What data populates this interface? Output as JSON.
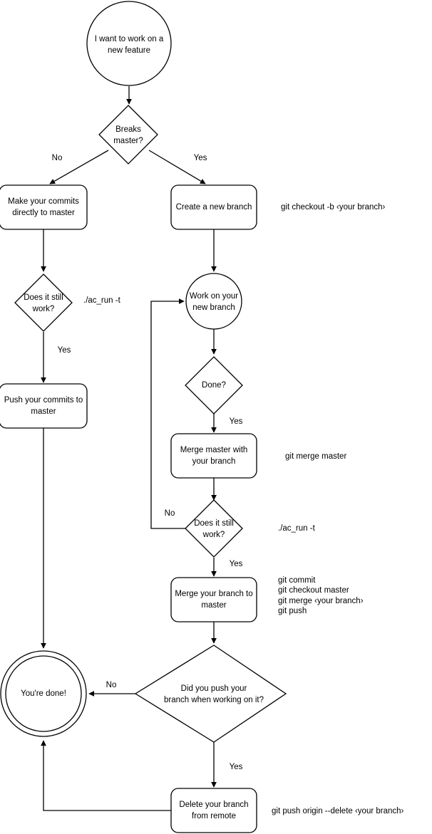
{
  "diagram": {
    "title": "Git branching workflow flowchart",
    "background_color": "#ffffff",
    "stroke_color": "#000000",
    "nodes": [
      {
        "id": "start",
        "shape": "circle",
        "lines": [
          "I want to work on a",
          "new feature"
        ]
      },
      {
        "id": "breaks_master",
        "shape": "diamond",
        "lines": [
          "Breaks",
          "master?"
        ]
      },
      {
        "id": "commits_master",
        "shape": "rounded-rect",
        "lines": [
          "Make your commits",
          "directly to master"
        ]
      },
      {
        "id": "create_branch",
        "shape": "rounded-rect",
        "lines": [
          "Create a new branch"
        ]
      },
      {
        "id": "still_work_left",
        "shape": "diamond",
        "lines": [
          "Does it still",
          "work?"
        ]
      },
      {
        "id": "push_commits",
        "shape": "rounded-rect",
        "lines": [
          "Push your commits to",
          "master"
        ]
      },
      {
        "id": "work_branch",
        "shape": "circle",
        "lines": [
          "Work on your",
          "new branch"
        ]
      },
      {
        "id": "done_q",
        "shape": "diamond",
        "lines": [
          "Done?"
        ]
      },
      {
        "id": "merge_master",
        "shape": "rounded-rect",
        "lines": [
          "Merge master with",
          "your branch"
        ]
      },
      {
        "id": "still_work_mid",
        "shape": "diamond",
        "lines": [
          "Does it still",
          "work?"
        ]
      },
      {
        "id": "merge_branch",
        "shape": "rounded-rect",
        "lines": [
          "Merge your branch to",
          "master"
        ]
      },
      {
        "id": "did_push",
        "shape": "diamond",
        "lines": [
          "Did you push your",
          "branch when working on it?"
        ]
      },
      {
        "id": "youre_done",
        "shape": "double-circle",
        "lines": [
          "You're done!"
        ]
      },
      {
        "id": "delete_branch",
        "shape": "rounded-rect",
        "lines": [
          "Delete your branch",
          "from remote"
        ]
      }
    ],
    "edge_labels": [
      {
        "id": "breaks-no",
        "text": "No"
      },
      {
        "id": "breaks-yes",
        "text": "Yes"
      },
      {
        "id": "left-yes",
        "text": "Yes"
      },
      {
        "id": "done-yes",
        "text": "Yes"
      },
      {
        "id": "mid-no",
        "text": "No"
      },
      {
        "id": "mid-yes",
        "text": "Yes"
      },
      {
        "id": "push-no",
        "text": "No"
      },
      {
        "id": "push-yes",
        "text": "Yes"
      }
    ],
    "annotations": [
      {
        "id": "ann-checkout",
        "lines": [
          "git checkout -b ‹your branch›"
        ]
      },
      {
        "id": "ann-acrun-left",
        "lines": [
          "./ac_run -t"
        ]
      },
      {
        "id": "ann-merge",
        "lines": [
          "git merge master"
        ]
      },
      {
        "id": "ann-acrun-mid",
        "lines": [
          "./ac_run -t"
        ]
      },
      {
        "id": "ann-commit",
        "lines": [
          "git commit",
          "git checkout master",
          "git merge ‹your branch›",
          "git push"
        ]
      },
      {
        "id": "ann-delete",
        "lines": [
          "git push origin --delete ‹your branch›"
        ]
      }
    ]
  }
}
